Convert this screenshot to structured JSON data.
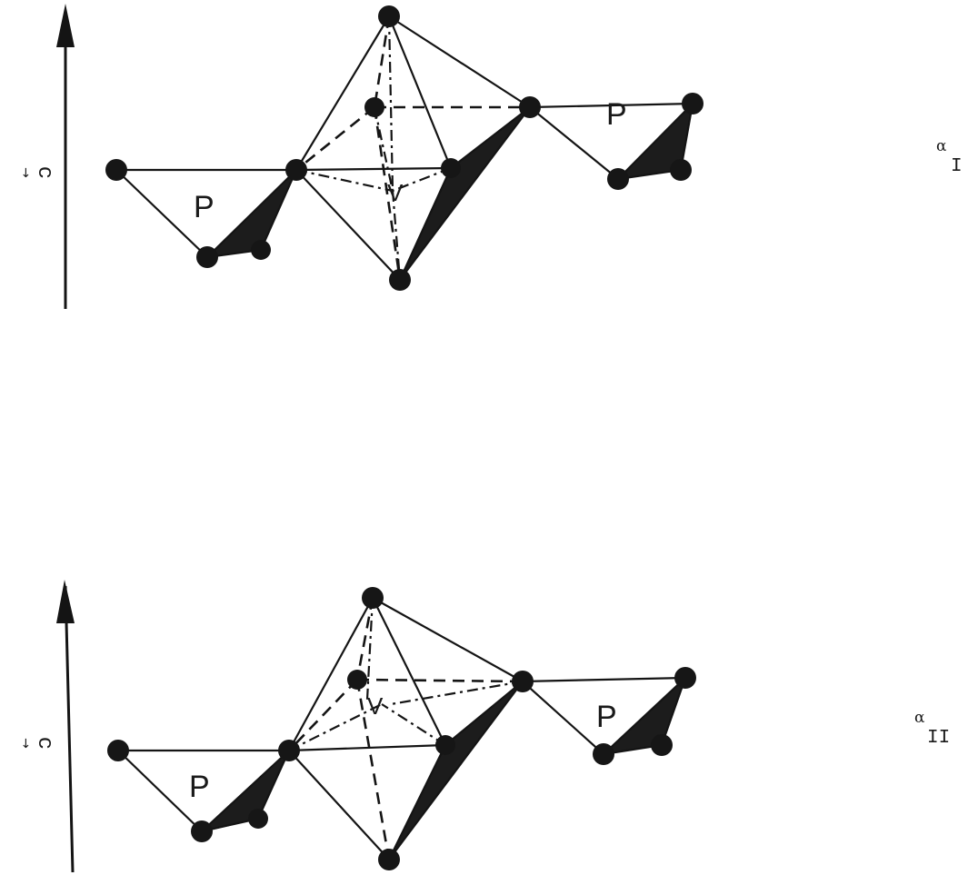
{
  "diagram": {
    "panels": [
      {
        "id": "top",
        "phase_symbol": "α",
        "phase_subscript": "I",
        "axis_label": "c",
        "axis_vector_mark": "→",
        "labels": {
          "left_tetrahedron": "P",
          "right_tetrahedron": "P",
          "octahedron_center": "V"
        }
      },
      {
        "id": "bottom",
        "phase_symbol": "α",
        "phase_subscript": "II",
        "axis_label": "c",
        "axis_vector_mark": "→",
        "labels": {
          "left_tetrahedron": "P",
          "right_tetrahedron": "P",
          "octahedron_center": "V"
        }
      }
    ]
  }
}
